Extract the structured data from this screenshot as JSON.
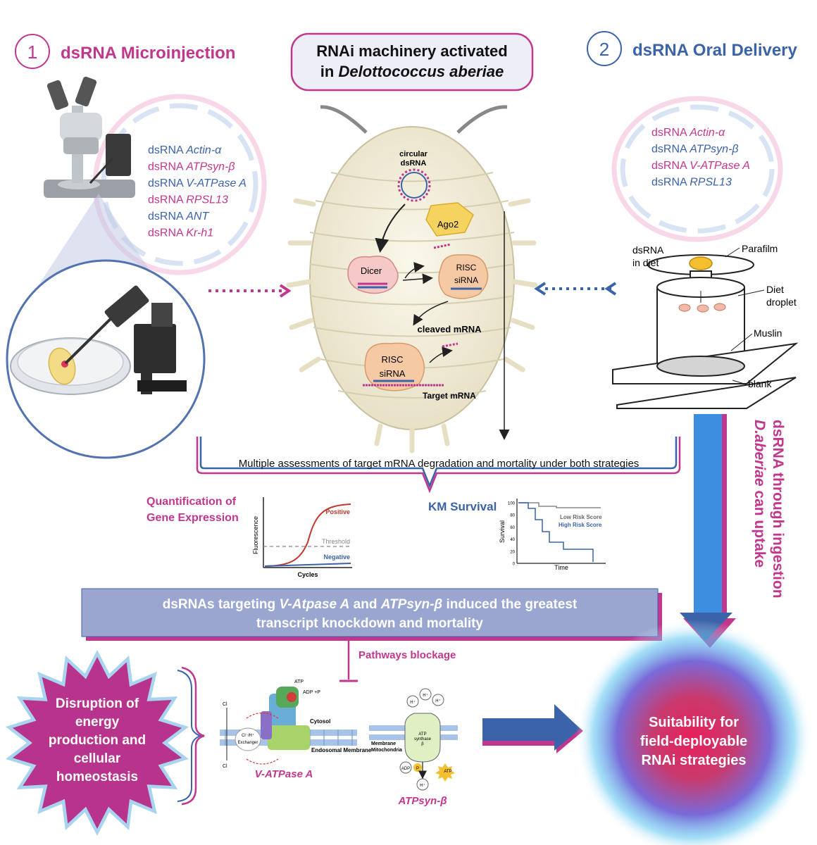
{
  "colors": {
    "magenta": "#c2378e",
    "blue": "#3b63a9",
    "lavender": "#9aa6d0",
    "banner_text": "#ffffff",
    "dark": "#222222"
  },
  "step1": {
    "number": "1",
    "title": "dsRNA Microinjection",
    "dsrnas": [
      {
        "prefix": "dsRNA ",
        "gene": "Actin-α",
        "color": "blue"
      },
      {
        "prefix": "dsRNA ",
        "gene": "ATPsyn-β",
        "color": "magenta"
      },
      {
        "prefix": "dsRNA ",
        "gene": "V-ATPase A",
        "color": "blue"
      },
      {
        "prefix": "dsRNA ",
        "gene": "RPSL13",
        "color": "magenta"
      },
      {
        "prefix": "dsRNA ",
        "gene": "ANT",
        "color": "blue"
      },
      {
        "prefix": "dsRNA ",
        "gene": "Kr-h1",
        "color": "magenta"
      }
    ]
  },
  "step2": {
    "number": "2",
    "title": "dsRNA Oral Delivery",
    "dsrnas": [
      {
        "prefix": "dsRNA ",
        "gene": "Actin-α",
        "color": "magenta"
      },
      {
        "prefix": "dsRNA ",
        "gene": "ATPsyn-β",
        "color": "blue"
      },
      {
        "prefix": "dsRNA ",
        "gene": "V-ATPase A",
        "color": "magenta"
      },
      {
        "prefix": "dsRNA ",
        "gene": "RPSL13",
        "color": "blue"
      }
    ]
  },
  "center": {
    "title_line1": "RNAi machinery activated",
    "title_line2": "in ",
    "title_species": "Delottococcus aberiae",
    "labels": {
      "circular1": "circular",
      "circular2": "dsRNA",
      "ago2": "Ago2",
      "dicer": "Dicer",
      "risc": "RISC",
      "sirna": "siRNA",
      "cleaved": "cleaved mRNA",
      "target": "Target mRNA"
    }
  },
  "feeding": {
    "dsrna_in_diet1": "dsRNA",
    "dsrna_in_diet2": "in diet",
    "parafilm": "Parafilm",
    "diet1": "Diet",
    "diet2": "droplet",
    "muslin": "Muslin",
    "blank": "blank"
  },
  "assess_text": "Multiple assessments of target mRNA degradation and mortality under both strategies",
  "qpcr": {
    "title1": "Quantification of",
    "title2": "Gene Expression",
    "positive": "Positive",
    "threshold": "Threshold",
    "negative": "Negative",
    "ylabel": "Fluorescence",
    "xlabel": "Cycles"
  },
  "km": {
    "title": "KM Survival",
    "low": "Low Risk Score",
    "high": "High Risk Score",
    "ylabel": "Survival",
    "xlabel": "Time",
    "ticks": [
      "100",
      "80",
      "60",
      "40",
      "20",
      "0"
    ]
  },
  "side_text": {
    "species": "D.aberiae",
    "line1_rest": " can uptake",
    "line2": "dsRNA through ingestion"
  },
  "banner": {
    "p1": "dsRNAs targeting ",
    "g1": "V-Atpase A",
    "p2": " and ",
    "g2": "ATPsyn-β",
    "p3": " induced the greatest",
    "line2": "transcript knockdown and mortality"
  },
  "pathways": "Pathways blockage",
  "burst": {
    "lines": [
      "Disruption of",
      "energy",
      "production and",
      "cellular",
      "homeostasis"
    ]
  },
  "vatpase": {
    "atp": "ATP",
    "adp": "ADP +P",
    "cytosol": "Cytosol",
    "endosomal": "Endosomal Membrane",
    "exchanger1": "Cl⁻/H⁺",
    "exchanger2": "Exchanger",
    "cl": "Cl",
    "caption": "V-ATPase A"
  },
  "atpsyn": {
    "membrane1": "Membrane",
    "membrane2": "Mitochondria",
    "enzyme1": "ATP",
    "enzyme2": "synthase",
    "enzyme3": "β",
    "adp": "ADP",
    "p": "P",
    "atp": "ATP",
    "h": "H⁺",
    "caption": "ATPsyn-β"
  },
  "result": {
    "lines": [
      "Suitability for",
      "field-deployable",
      "RNAi strategies"
    ]
  }
}
